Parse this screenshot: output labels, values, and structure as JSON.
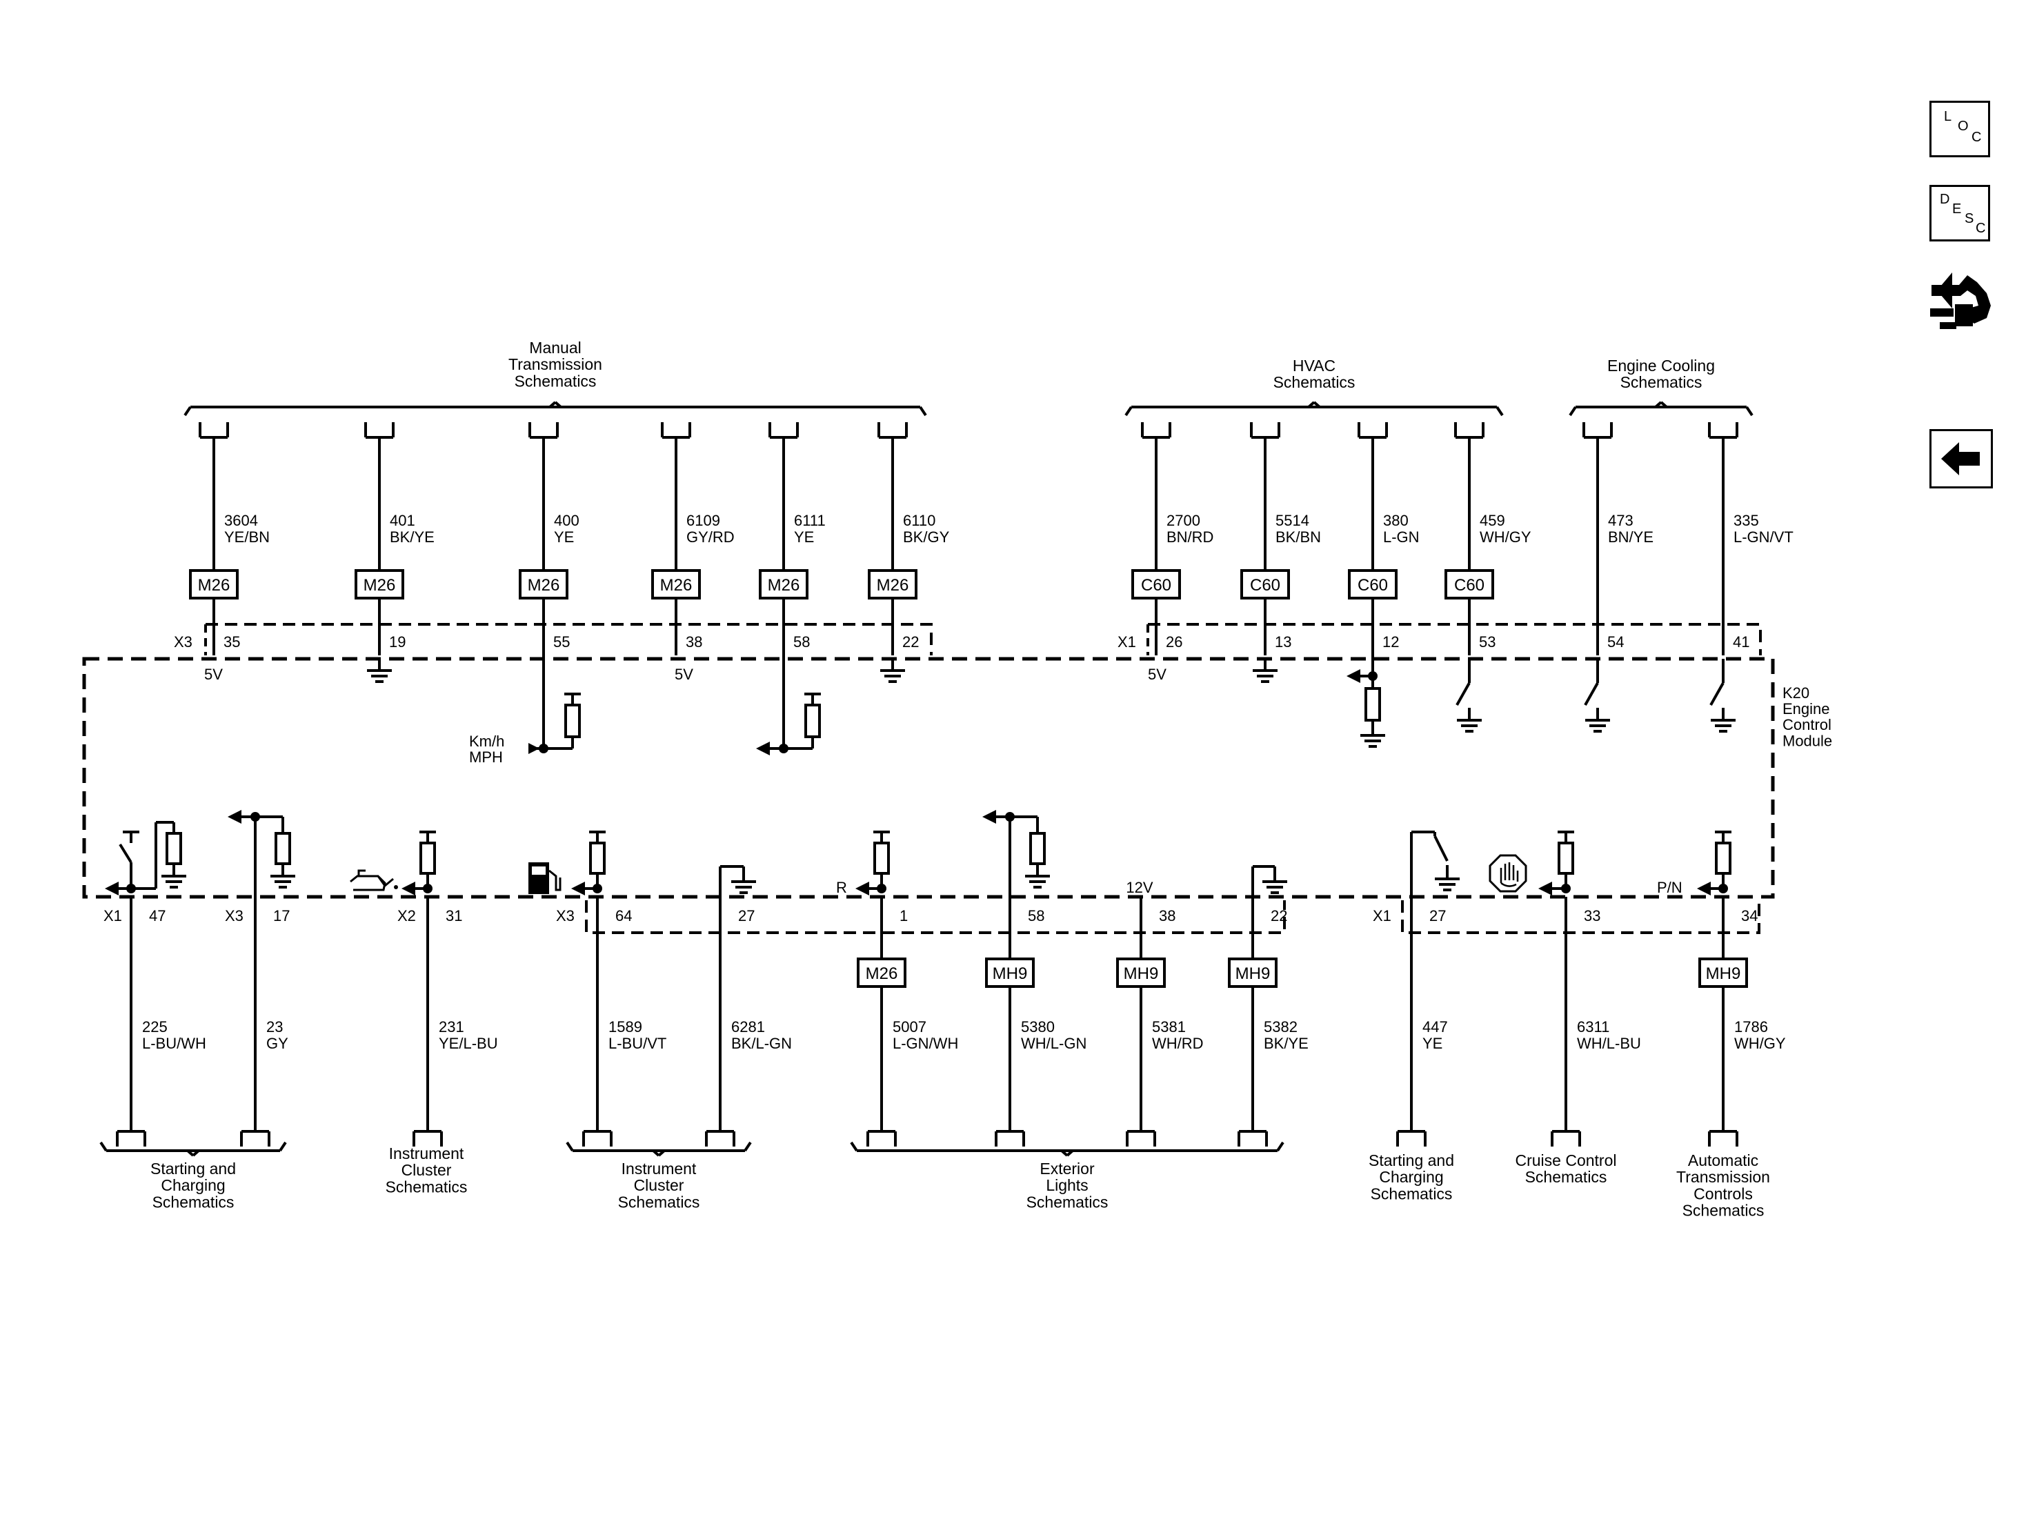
{
  "groups": {
    "manual_trans": "Manual\nTransmission\nSchematics",
    "hvac": "HVAC\nSchematics",
    "engine_cooling": "Engine Cooling\nSchematics",
    "start_charge_left": "Starting and\nCharging\nSchematics",
    "inst_cluster_1": "Instrument\nCluster\nSchematics",
    "inst_cluster_2": "Instrument\nCluster\nSchematics",
    "exterior_lights": "Exterior\nLights\nSchematics",
    "start_charge_right": "Starting and\nCharging\nSchematics",
    "cruise": "Cruise Control\nSchematics",
    "auto_trans": "Automatic\nTransmission\nControls\nSchematics"
  },
  "module": {
    "label": "K20\nEngine\nControl\nModule"
  },
  "connectors": {
    "x1": "X1",
    "x2": "X2",
    "x3": "X3"
  },
  "supply": {
    "v5": "5V",
    "v12": "12V"
  },
  "signals": {
    "speed": "Km/h\nMPH",
    "reverse": "R",
    "park_neutral": "P/N"
  },
  "top_circuits": [
    {
      "circuit": "3604",
      "color": "YE/BN",
      "conn": "M26",
      "pin": "35"
    },
    {
      "circuit": "401",
      "color": "BK/YE",
      "conn": "M26",
      "pin": "19"
    },
    {
      "circuit": "400",
      "color": "YE",
      "conn": "M26",
      "pin": "55"
    },
    {
      "circuit": "6109",
      "color": "GY/RD",
      "conn": "M26",
      "pin": "38"
    },
    {
      "circuit": "6111",
      "color": "YE",
      "conn": "M26",
      "pin": "58"
    },
    {
      "circuit": "6110",
      "color": "BK/GY",
      "conn": "M26",
      "pin": "22"
    },
    {
      "circuit": "2700",
      "color": "BN/RD",
      "conn": "C60",
      "pin": "26"
    },
    {
      "circuit": "5514",
      "color": "BK/BN",
      "conn": "C60",
      "pin": "13"
    },
    {
      "circuit": "380",
      "color": "L-GN",
      "conn": "C60",
      "pin": "12"
    },
    {
      "circuit": "459",
      "color": "WH/GY",
      "conn": "C60",
      "pin": "53"
    },
    {
      "circuit": "473",
      "color": "BN/YE",
      "pin": "54"
    },
    {
      "circuit": "335",
      "color": "L-GN/VT",
      "pin": "41"
    }
  ],
  "bottom_circuits": [
    {
      "circuit": "225",
      "color": "L-BU/WH",
      "pin": "47"
    },
    {
      "circuit": "23",
      "color": "GY",
      "pin": "17"
    },
    {
      "circuit": "231",
      "color": "YE/L-BU",
      "pin": "31"
    },
    {
      "circuit": "1589",
      "color": "L-BU/VT",
      "pin": "64"
    },
    {
      "circuit": "6281",
      "color": "BK/L-GN",
      "pin": "27"
    },
    {
      "circuit": "5007",
      "color": "L-GN/WH",
      "conn": "M26",
      "pin": "1"
    },
    {
      "circuit": "5380",
      "color": "WH/L-GN",
      "conn": "MH9",
      "pin": "58"
    },
    {
      "circuit": "5381",
      "color": "WH/RD",
      "conn": "MH9",
      "pin": "38"
    },
    {
      "circuit": "5382",
      "color": "BK/YE",
      "conn": "MH9",
      "pin": "22"
    },
    {
      "circuit": "447",
      "color": "YE",
      "pin": "27"
    },
    {
      "circuit": "6311",
      "color": "WH/L-BU",
      "pin": "33"
    },
    {
      "circuit": "1786",
      "color": "WH/GY",
      "conn": "MH9",
      "pin": "34"
    }
  ],
  "buttons": {
    "loc": {
      "l1": "L",
      "l2": "O",
      "l3": "C"
    },
    "desc": {
      "l1": "D",
      "l2": "E",
      "l3": "S",
      "l4": "C"
    }
  },
  "icons": [
    "oil-can-icon",
    "fuel-pump-icon",
    "hand-stop-icon",
    "connector-icon",
    "back-arrow-icon"
  ]
}
